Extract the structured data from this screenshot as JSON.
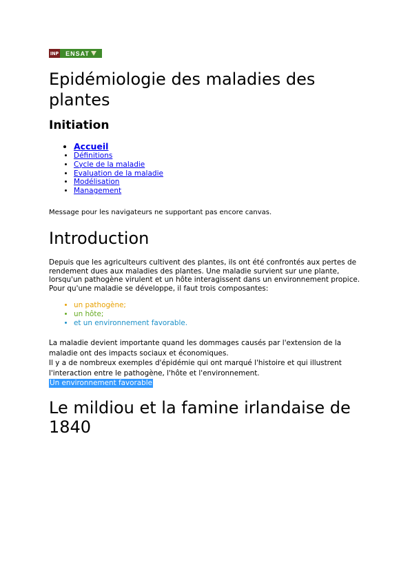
{
  "logo": {
    "inp": "INP",
    "ensat": "ENSAT"
  },
  "title": "Epidémiologie des maladies des plantes",
  "subtitle": "Initiation",
  "nav": [
    {
      "label": "Accueil"
    },
    {
      "label": "Définitions"
    },
    {
      "label": "Cycle de la maladie"
    },
    {
      "label": "Evaluation de la maladie"
    },
    {
      "label": "Modélisation"
    },
    {
      "label": "Management"
    }
  ],
  "canvas_message": "Message pour les navigateurs ne supportant pas encore canvas.",
  "introduction": {
    "heading": "Introduction",
    "paragraph1": "Depuis que les agriculteurs cultivent des plantes, ils ont été confrontés aux pertes de rendement dues aux maladies des plantes. Une maladie survient sur une plante, lorsqu'un pathogène virulent et un hôte interagissent dans un environnement propice.",
    "paragraph2": "Pour qu'une maladie se développe, il faut trois composantes:",
    "components": [
      {
        "label": "un pathogène;",
        "color": "#e8a000"
      },
      {
        "label": "un hôte;",
        "color": "#66aa22"
      },
      {
        "label": "et un environnement favorable.",
        "color": "#1a8fc8"
      }
    ],
    "paragraph3": "La maladie devient importante quand les dommages causés par l'extension de la maladie ont des impacts sociaux et économiques.",
    "paragraph4": "Il y a de nombreux exemples d'épidémie qui ont marqué l'histoire et qui illustrent l'interaction entre le pathogène, l'hôte et l'environnement.",
    "highlight": "Un environnement favorable"
  },
  "section2": {
    "heading": "Le mildiou et la famine irlandaise de 1840"
  }
}
